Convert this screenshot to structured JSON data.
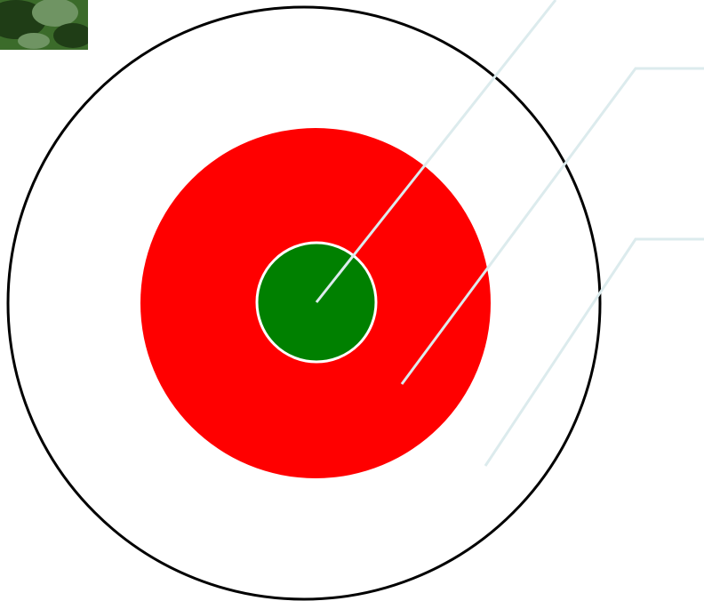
{
  "diagram": {
    "colors": {
      "background": "#ffffff",
      "outer_ring_stroke": "#000000",
      "middle_circle_fill": "#ff0000",
      "inner_circle_fill": "#008000",
      "inner_circle_stroke": "#ffffff",
      "leader_lines": "#dcebed",
      "photo_dark": "#1f3d16",
      "photo_mid": "#3b6b2a",
      "photo_light": "#6f9463"
    },
    "elements": [
      {
        "name": "photo-thumbnail",
        "kind": "partial image"
      },
      {
        "name": "outer-circle",
        "kind": "circle outline"
      },
      {
        "name": "middle-circle",
        "kind": "filled circle"
      },
      {
        "name": "inner-circle",
        "kind": "filled circle"
      },
      {
        "name": "leader-line-inner",
        "kind": "callout line"
      },
      {
        "name": "leader-line-middle",
        "kind": "callout line"
      },
      {
        "name": "leader-line-outer",
        "kind": "callout line"
      }
    ]
  }
}
